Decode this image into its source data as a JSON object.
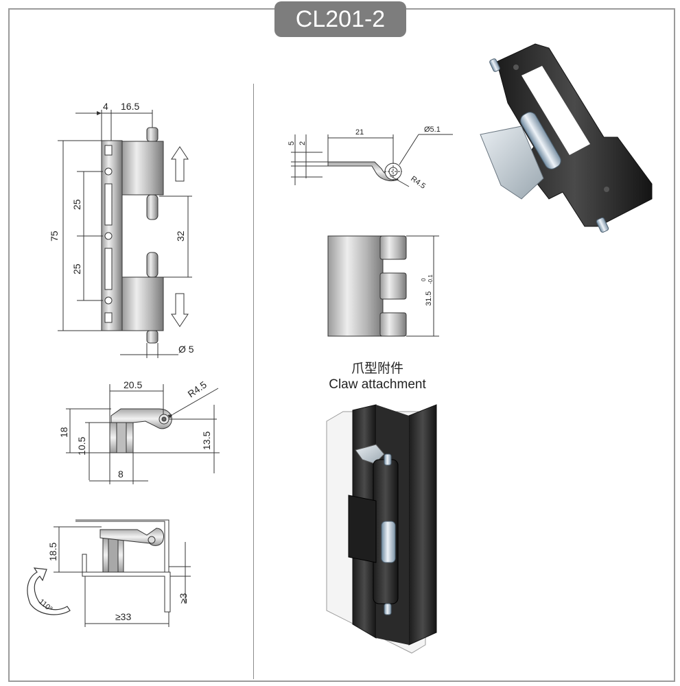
{
  "title": "CL201-2",
  "caption": {
    "chinese": "爪型附件",
    "english": "Claw attachment"
  },
  "front_view": {
    "dims": {
      "offset_4": "4",
      "width_16_5": "16.5",
      "height_75": "75",
      "spacing_top_25": "25",
      "spacing_bottom_25": "25",
      "pin_gap_32": "32",
      "pin_dia": "Ø 5"
    }
  },
  "side_view": {
    "dims": {
      "width_20_5": "20.5",
      "radius": "R4.5",
      "height_18": "18",
      "height_10_5": "10.5",
      "height_13_5": "13.5",
      "base_8": "8"
    }
  },
  "install_view": {
    "dims": {
      "height_18_5": "18.5",
      "min_width": "≥33",
      "min_gap": "≥3",
      "angle": "110°"
    }
  },
  "claw_side": {
    "dims": {
      "thick_5": "5",
      "thick_2": "2",
      "length_21": "21",
      "hole_dia": "Ø5.1",
      "radius": "R4.5"
    }
  },
  "claw_front": {
    "dims": {
      "height": "31.5",
      "tol_upper": "0",
      "tol_lower": "-0.1"
    }
  }
}
